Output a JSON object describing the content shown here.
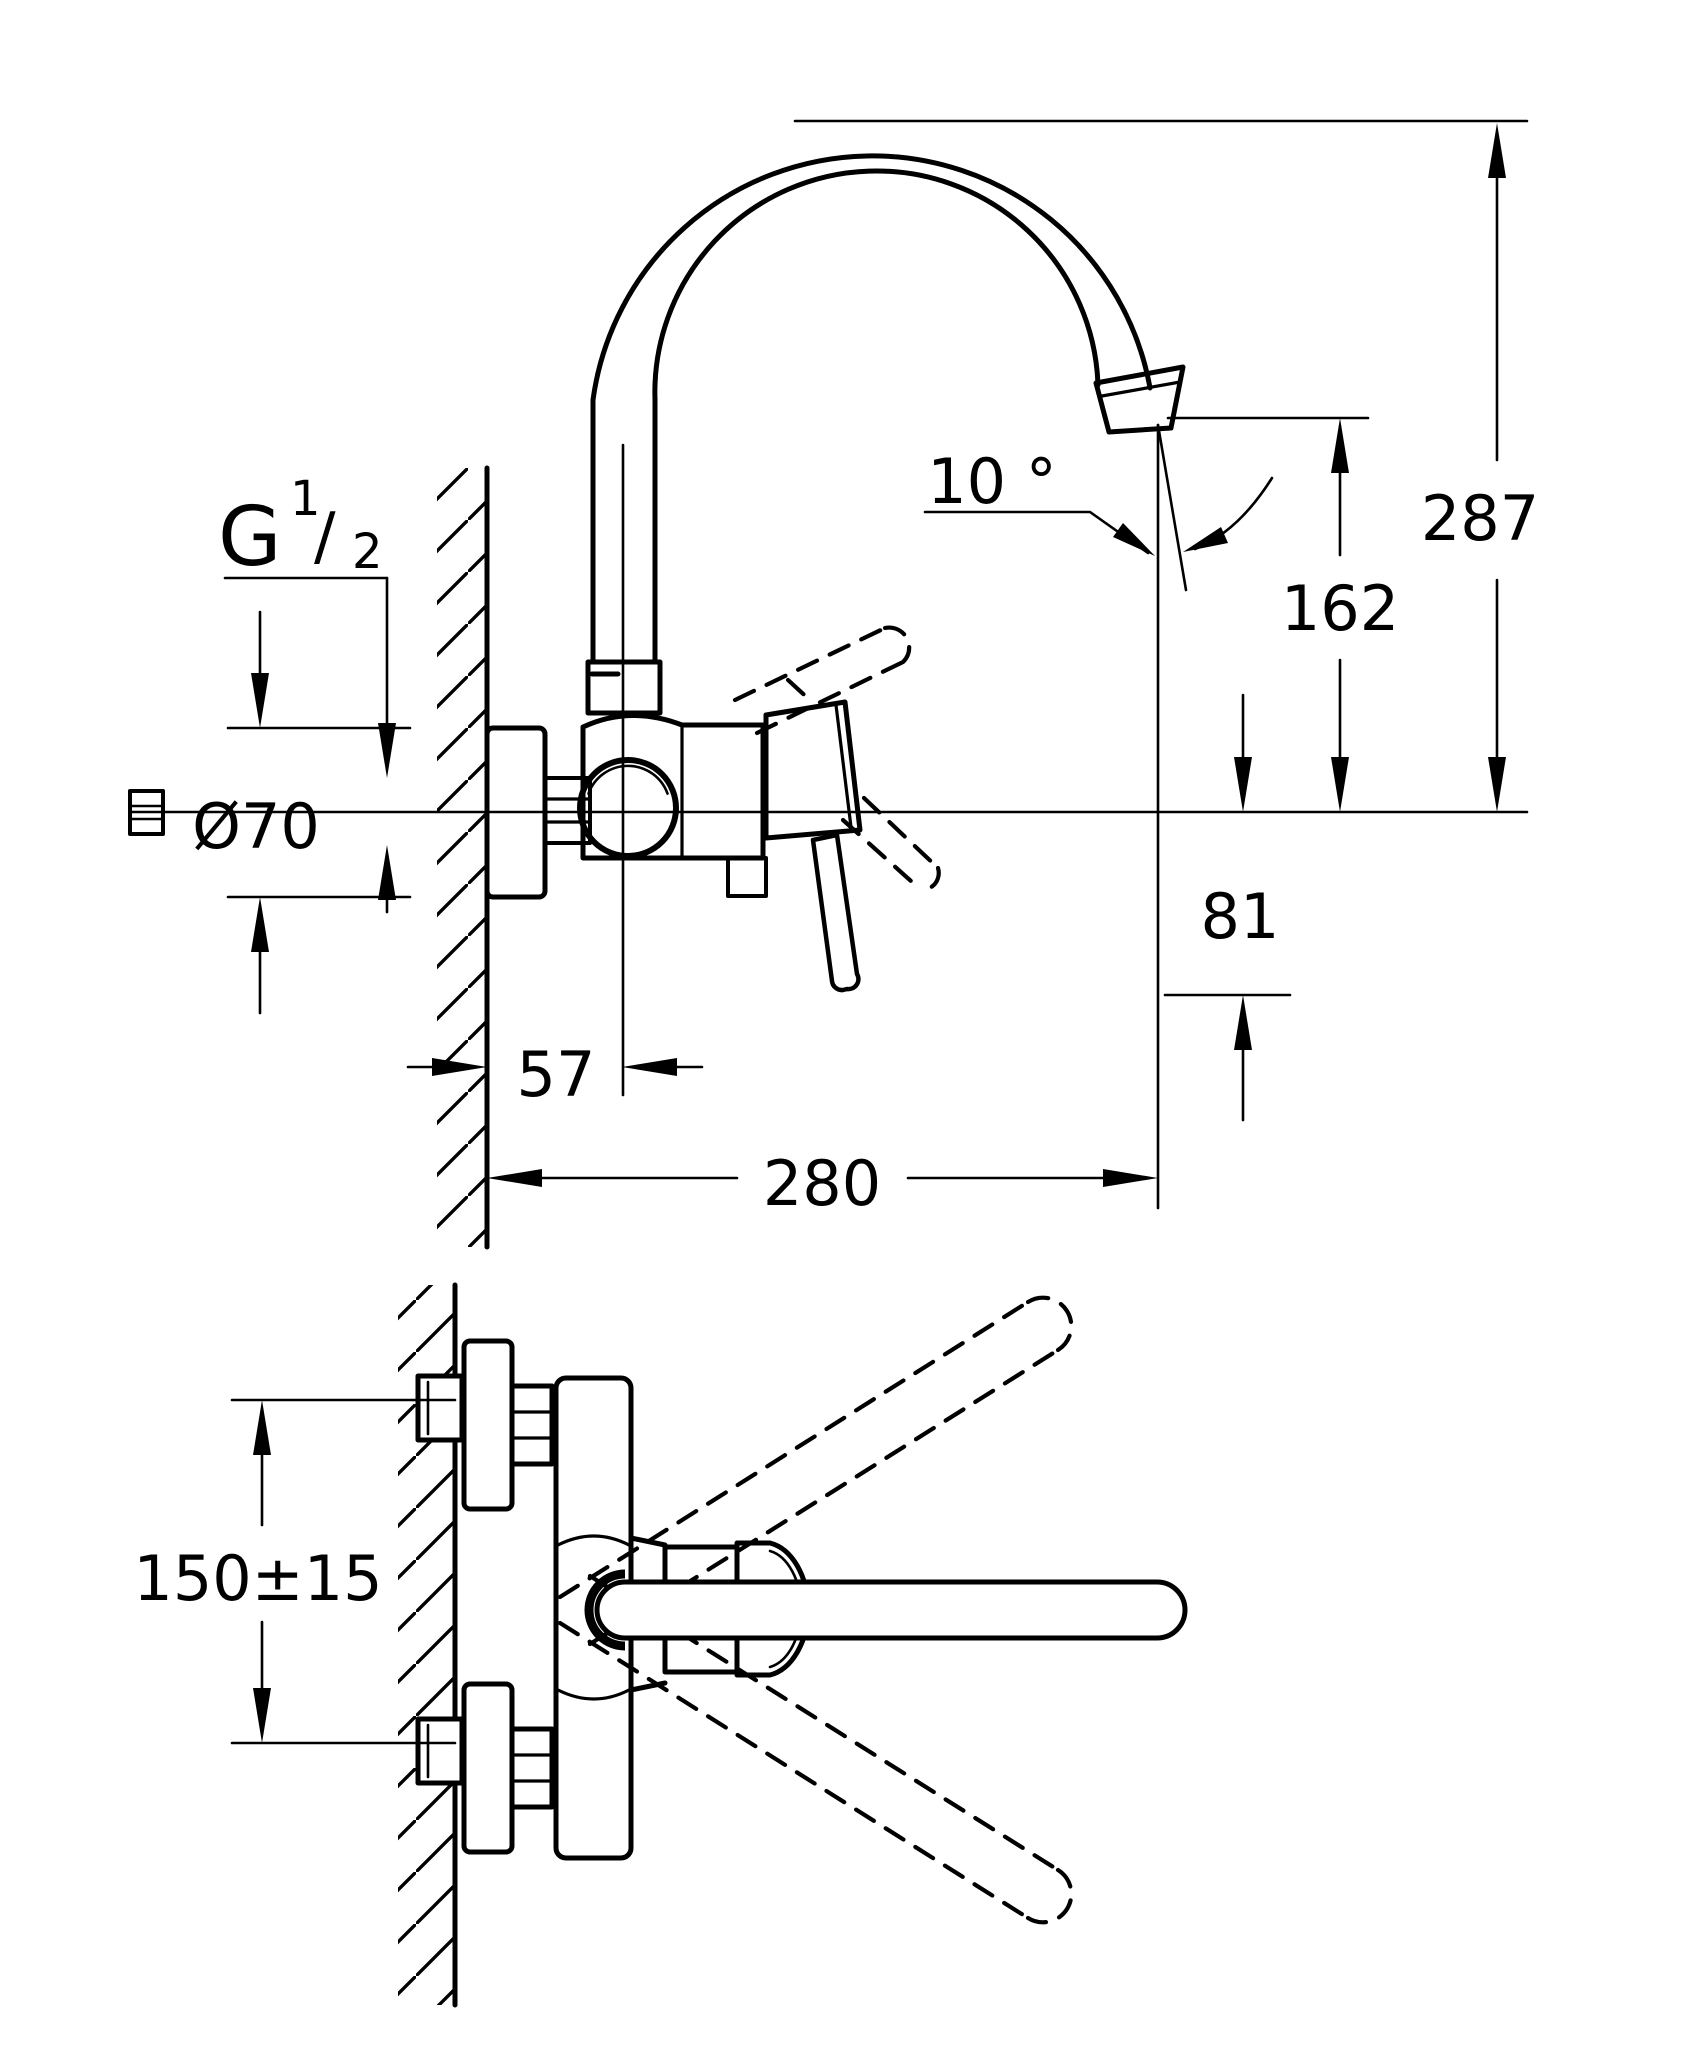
{
  "figure": {
    "paper_color": "#ffffff",
    "ink_color": "#000000",
    "dims": {
      "thread_g": "G",
      "thread_num": "1",
      "thread_slash": "/",
      "thread_den": "2",
      "escutcheon_dia": "Ø70",
      "spout_angle": "10 °",
      "total_height": "287",
      "spout_height": "162",
      "below_center": "81",
      "wall_to_center": "57",
      "reach": "280",
      "inlet_spacing": "150±15"
    }
  }
}
